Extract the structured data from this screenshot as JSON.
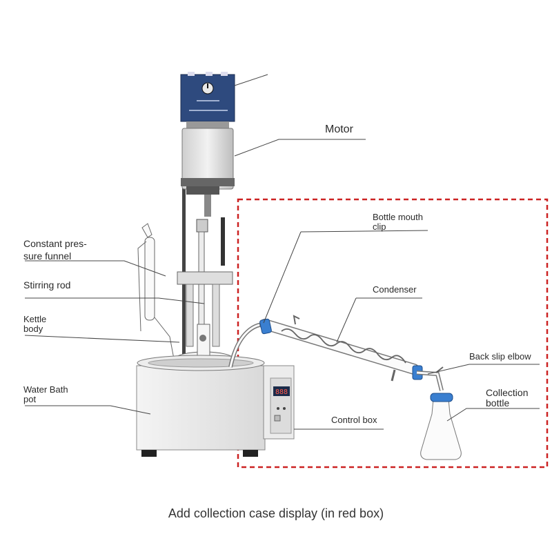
{
  "labels": {
    "motor": "Motor",
    "funnel_line1": "Constant pres-",
    "funnel_line2": "sure funnel",
    "stirring_rod": "Stirring rod",
    "kettle_line1": "Kettle",
    "kettle_line2": "body",
    "water_line1": "Water Bath",
    "water_line2": "pot",
    "bottle_clip_line1": "Bottle mouth",
    "bottle_clip_line2": "clip",
    "condenser": "Condenser",
    "back_slip_elbow": "Back slip elbow",
    "collection_line1": "Collection",
    "collection_line2": "bottle",
    "control_box": "Control box"
  },
  "display_digits": "888",
  "caption": "Add collection case display (in red box)",
  "colors": {
    "highlight_box": "#cc2222",
    "controller_panel": "#2e4a7e",
    "clip": "#3a7fd0",
    "line": "#444444"
  }
}
